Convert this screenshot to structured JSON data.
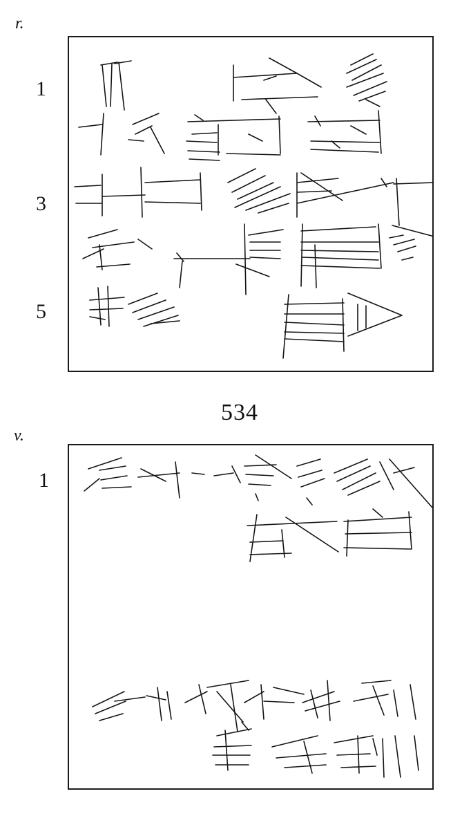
{
  "tablet_number": "534",
  "obverse": {
    "side_label": "r.",
    "line_numbers": [
      "1",
      "3",
      "5"
    ]
  },
  "reverse": {
    "side_label": "v.",
    "line_numbers": [
      "1"
    ]
  },
  "colors": {
    "ink": "#141414",
    "paper": "#ffffff"
  }
}
